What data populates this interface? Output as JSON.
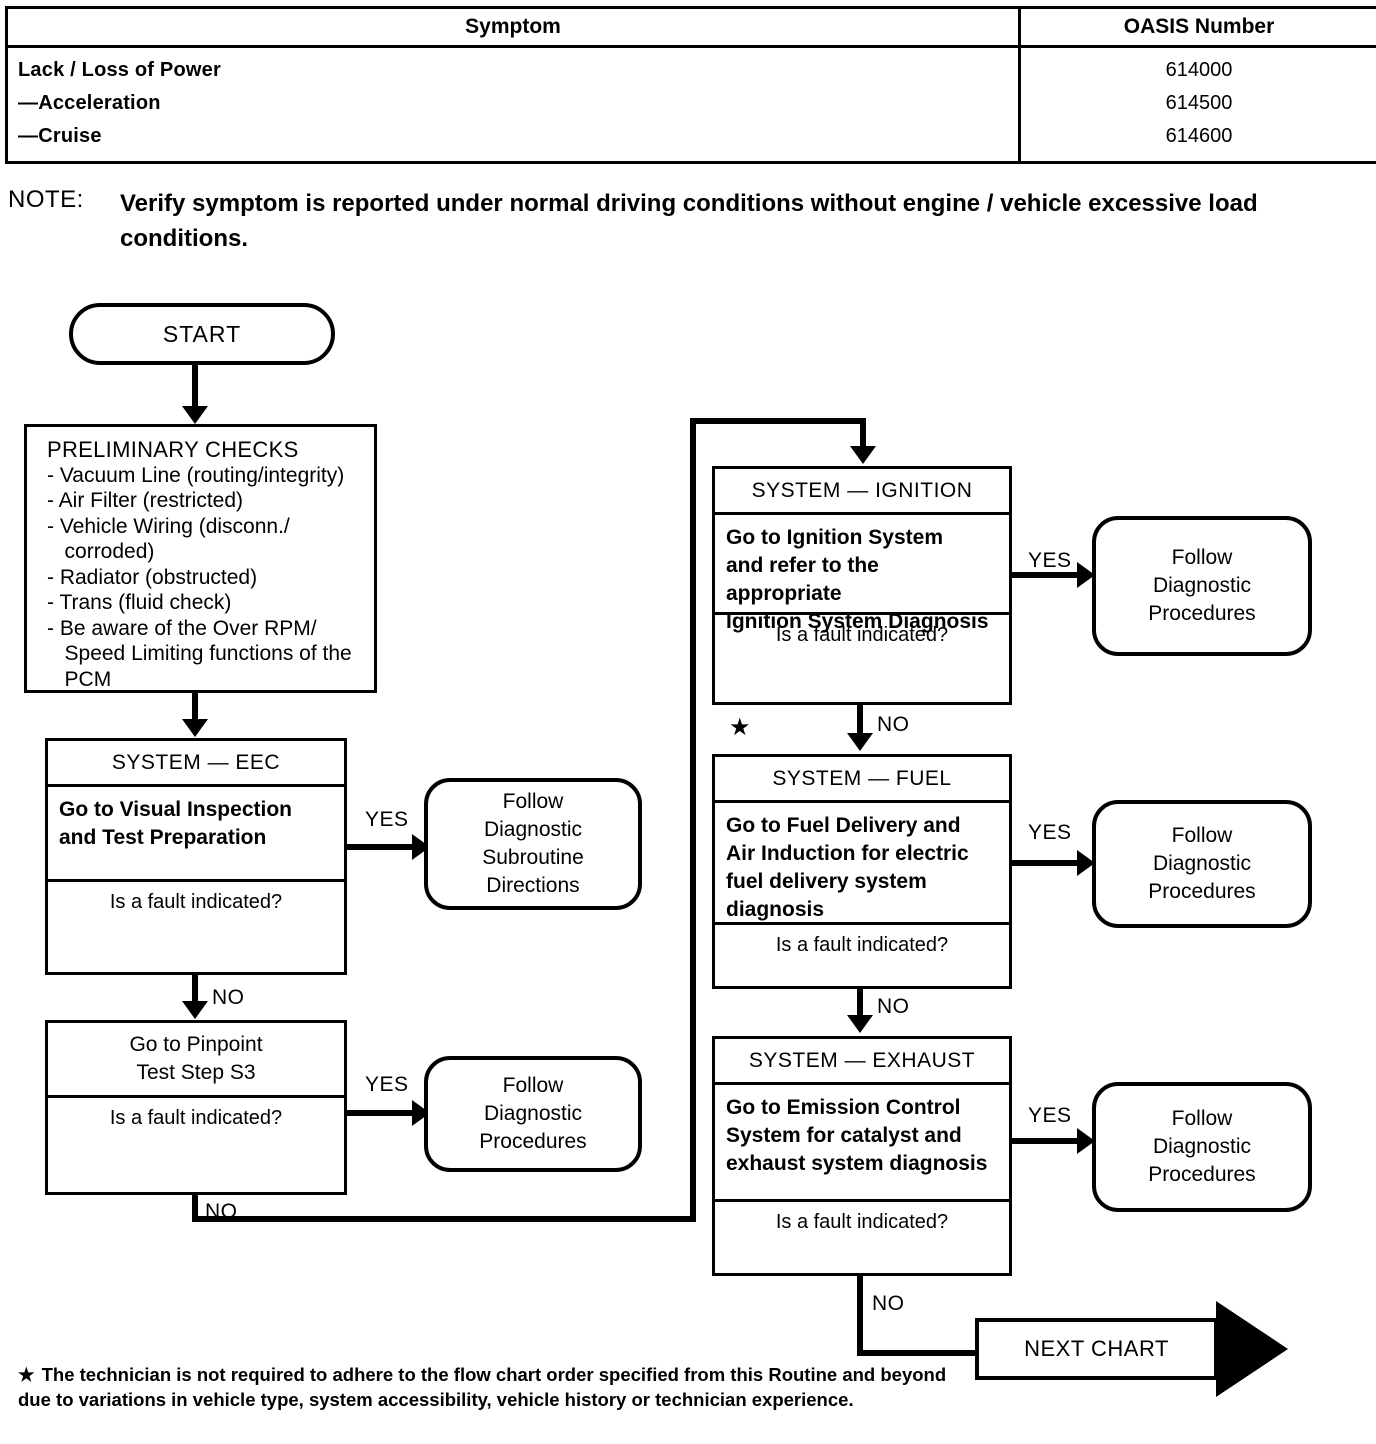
{
  "table": {
    "headers": [
      "Symptom",
      "OASIS Number"
    ],
    "rows": [
      {
        "symptom": "Lack / Loss of Power",
        "oasis": "614000"
      },
      {
        "symptom": "—Acceleration",
        "oasis": "614500"
      },
      {
        "symptom": "—Cruise",
        "oasis": "614600"
      }
    ]
  },
  "note": {
    "label": "NOTE:",
    "text": "Verify symptom is reported under normal driving conditions without engine / vehicle excessive load conditions."
  },
  "flow": {
    "start": "START",
    "prelim": {
      "title": "PRELIMINARY CHECKS",
      "items": [
        "- Vacuum Line (routing/integrity)",
        "- Air Filter (restricted)",
        "- Vehicle Wiring (disconn./\n   corroded)",
        "- Radiator (obstructed)",
        "- Trans (fluid check)",
        "- Be aware of the Over RPM/\n   Speed Limiting functions of the\n   PCM"
      ]
    },
    "eec": {
      "title": "SYSTEM — EEC",
      "body": "Go to Visual Inspection\nand Test Preparation",
      "question": "Is a fault indicated?",
      "yes_label": "YES",
      "no_label": "NO",
      "yes_target": "Follow\nDiagnostic\nSubroutine\nDirections"
    },
    "pinpoint": {
      "body": "Go to Pinpoint\nTest Step S3",
      "question": "Is a fault indicated?",
      "yes_label": "YES",
      "no_label": "NO",
      "yes_target": "Follow\nDiagnostic\nProcedures"
    },
    "ignition": {
      "title": "SYSTEM — IGNITION",
      "body": "Go to Ignition System\nand refer to the appropriate\nIgnition System Diagnosis",
      "question": "Is a fault indicated?",
      "yes_label": "YES",
      "no_label": "NO",
      "yes_target": "Follow\nDiagnostic\nProcedures"
    },
    "fuel": {
      "title": "SYSTEM — FUEL",
      "body": "Go to Fuel Delivery and\nAir Induction for electric\nfuel delivery system\ndiagnosis",
      "question": "Is a fault indicated?",
      "yes_label": "YES",
      "no_label": "NO",
      "yes_target": "Follow\nDiagnostic\nProcedures"
    },
    "exhaust": {
      "title": "SYSTEM — EXHAUST",
      "body": "Go to Emission Control\nSystem for catalyst and\nexhaust system diagnosis",
      "question": "Is a fault indicated?",
      "yes_label": "YES",
      "no_label": "NO",
      "yes_target": "Follow\nDiagnostic\nProcedures"
    },
    "next_chart": "NEXT CHART",
    "star_glyph": "★"
  },
  "footnote": {
    "star": "★",
    "text": "The technician is not required to adhere to the flow chart order specified from this Routine and beyond due to variations in vehicle type, system accessibility, vehicle history or technician experience."
  }
}
